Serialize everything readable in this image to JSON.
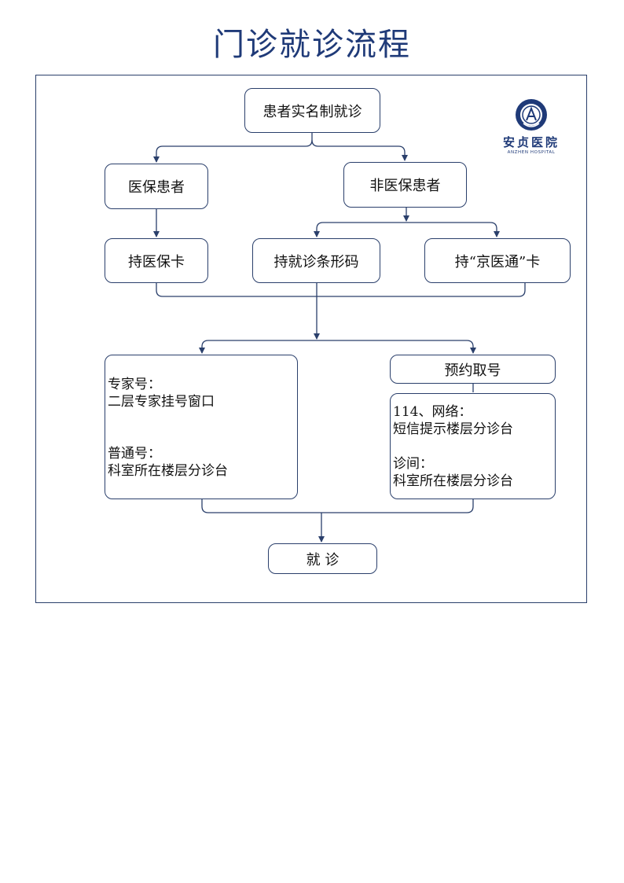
{
  "title": "门诊就诊流程",
  "logo": {
    "name_cn": "安贞医院",
    "name_en": "ANZHEN HOSPITAL"
  },
  "colors": {
    "title": "#1f3a78",
    "border": "#2a3f6b"
  },
  "nodes": {
    "start": "患者实名制就诊",
    "insured": "医保患者",
    "uninsured": "非医保患者",
    "insurance_card": "持医保卡",
    "barcode": "持就诊条形码",
    "jingyitong_card": "持“京医通”卡",
    "appointment_pickup": "预约取号",
    "visit": "就 诊",
    "registration_box": {
      "expert_title": "专家号：",
      "expert_desc": "二层专家挂号窗口",
      "general_title": "普通号：",
      "general_desc": "科室所在楼层分诊台"
    },
    "appointment_box": {
      "online_title": "114、网络：",
      "online_desc": "短信提示楼层分诊台",
      "clinic_title": "诊间：",
      "clinic_desc": "科室所在楼层分诊台"
    }
  }
}
